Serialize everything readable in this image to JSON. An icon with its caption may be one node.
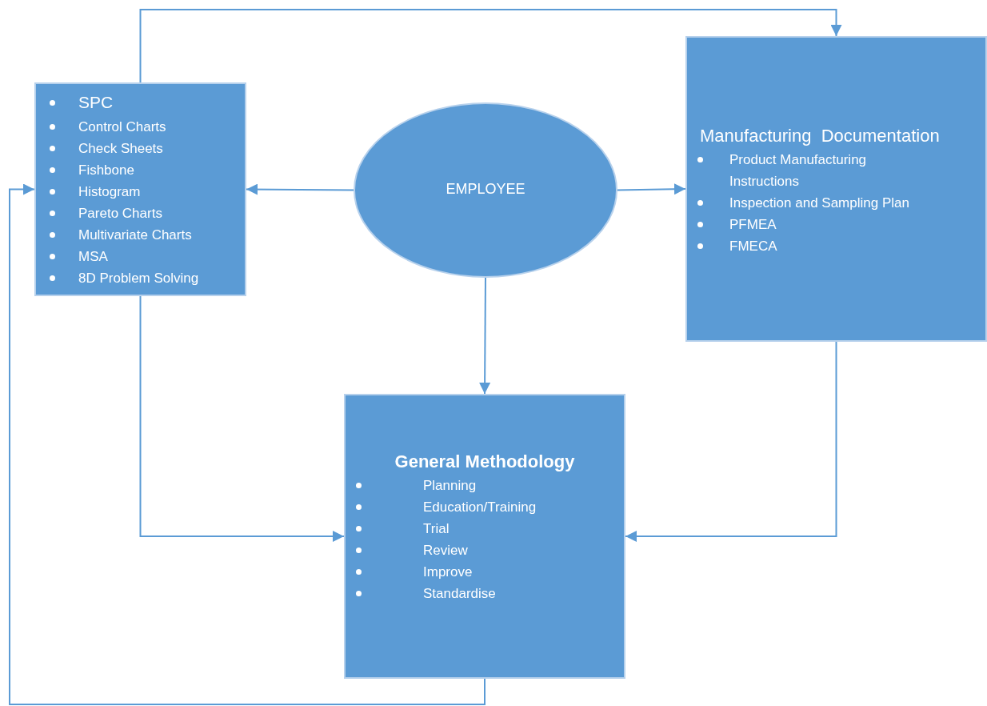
{
  "diagram": {
    "nodes": [
      {
        "text": [
          "SPC",
          "Control Charts",
          "Check Sheets",
          "Fishbone",
          "Histogram",
          "Pareto Charts",
          "Multivariate Charts",
          "MSA",
          "8D Problem Solving"
        ]
      },
      {
        "text": [
          "EMPLOYEE"
        ]
      },
      {
        "text": [
          "Manufacturing  Documentation",
          "Product Manufacturing Instructions",
          "Inspection and Sampling Plan",
          "PFMEA",
          "FMECA"
        ]
      },
      {
        "text": [
          "General Methodology",
          "Planning",
          "Education/Training",
          "Trial",
          "Review",
          "Improve",
          "Standardise"
        ]
      }
    ],
    "edges": [
      {
        "from": 0,
        "to": 2,
        "arrow": "to"
      },
      {
        "from": 1,
        "to": 0,
        "arrow": "to"
      },
      {
        "from": 1,
        "to": 2,
        "arrow": "to"
      },
      {
        "from": 1,
        "to": 3,
        "arrow": "to"
      },
      {
        "from": 0,
        "to": 3,
        "arrow": "to"
      },
      {
        "from": 2,
        "to": 3,
        "arrow": "to"
      },
      {
        "from": 3,
        "to": 0,
        "arrow": "to"
      }
    ]
  }
}
